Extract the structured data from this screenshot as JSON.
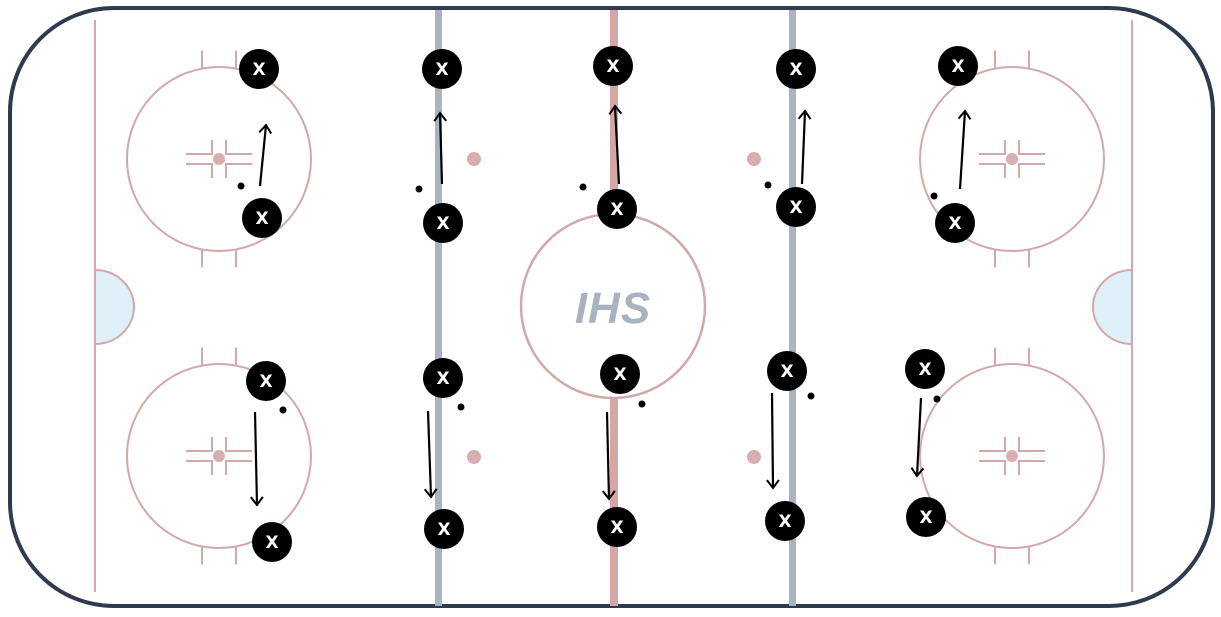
{
  "logo": {
    "text": "IHS"
  },
  "colors": {
    "boards": "#2f3a4e",
    "red_line": "#d4a6a8",
    "circle_line": "#d2a9ab",
    "blue_line": "#aab4c0",
    "crease": "#dff0f8",
    "player": "#000000",
    "player_text": "#ffffff",
    "arrow": "#000000"
  },
  "players": [
    {
      "label": "X"
    },
    {
      "label": "X"
    },
    {
      "label": "X"
    },
    {
      "label": "X"
    },
    {
      "label": "X"
    },
    {
      "label": "X"
    },
    {
      "label": "X"
    },
    {
      "label": "X"
    },
    {
      "label": "X"
    },
    {
      "label": "X"
    },
    {
      "label": "X"
    },
    {
      "label": "X"
    },
    {
      "label": "X"
    },
    {
      "label": "X"
    },
    {
      "label": "X"
    },
    {
      "label": "X"
    },
    {
      "label": "X"
    },
    {
      "label": "X"
    },
    {
      "label": "X"
    },
    {
      "label": "X"
    }
  ],
  "arrows_count": 10,
  "pucks_count": 10
}
